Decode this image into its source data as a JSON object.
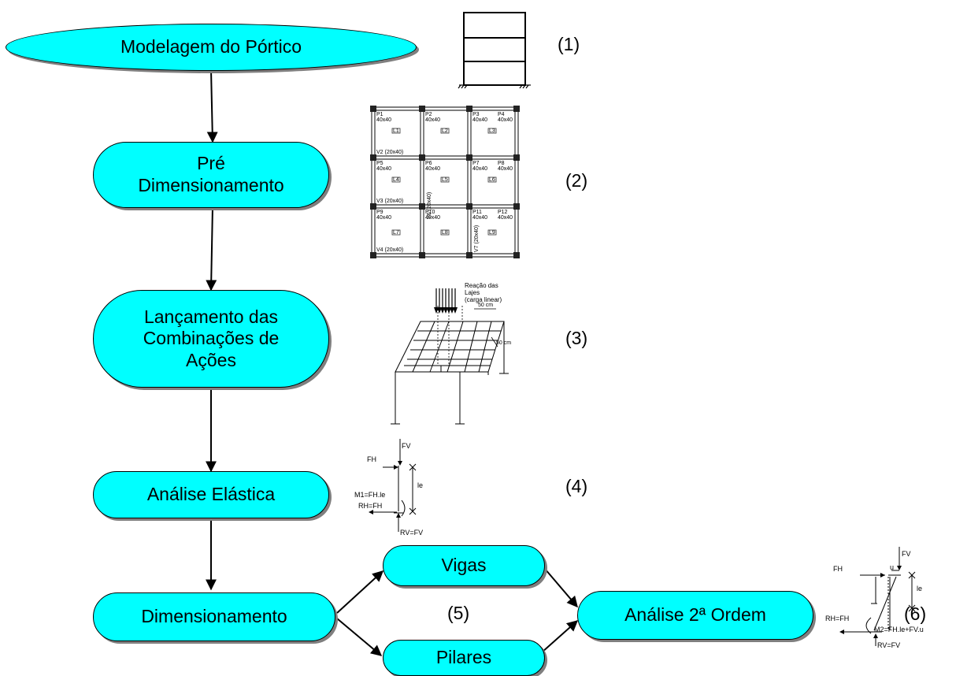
{
  "flowchart": {
    "nodes": {
      "modelagem": "Modelagem do Pórtico",
      "pre": "Pré\nDimensionamento",
      "lancamento": "Lançamento das\nCombinações de\nAções",
      "analise_elastica": "Análise Elástica",
      "dimensionamento": "Dimensionamento",
      "vigas": "Vigas",
      "pilares": "Pilares",
      "analise_2a": "Análise 2ª Ordem"
    },
    "step_numbers": [
      "(1)",
      "(2)",
      "(3)",
      "(4)",
      "(5)",
      "(6)"
    ]
  },
  "colors": {
    "node_fill": "#00ffff",
    "stroke": "#000000",
    "shadow": "#7f7f7f"
  },
  "floor_plan": {
    "pillars": [
      "P1 40x40",
      "P2 40x40",
      "P3 40x40",
      "P4 40x40",
      "P5 40x40",
      "P6 40x40",
      "P7 40x40",
      "P8 40x40",
      "P9 40x40",
      "P10 40x40",
      "P11 40x40",
      "P12 40x40"
    ],
    "slabs": [
      "L1",
      "L2",
      "L3",
      "L4",
      "L5",
      "L6",
      "L7",
      "L8",
      "L9"
    ],
    "beams": [
      "V2 (20x40)",
      "V3 (20x40)",
      "V4 (20x40)",
      "V6 (20x40)",
      "V7 (20x40)"
    ]
  },
  "grid_model": {
    "load_label": "Reação das\nLajes\n(carga linear)",
    "spacing_x": "50 cm",
    "spacing_y": "50 cm"
  },
  "column_elastic": {
    "fv": "FV",
    "fh": "FH",
    "le": "le",
    "m1": "M1=FH.le",
    "rh": "RH=FH",
    "rv": "RV=FV"
  },
  "column_second_order": {
    "fv": "FV",
    "fh": "FH",
    "u": "u",
    "le": "le",
    "rh": "RH=FH",
    "m2": "M2=FH.le+FV.u",
    "rv": "RV=FV"
  }
}
